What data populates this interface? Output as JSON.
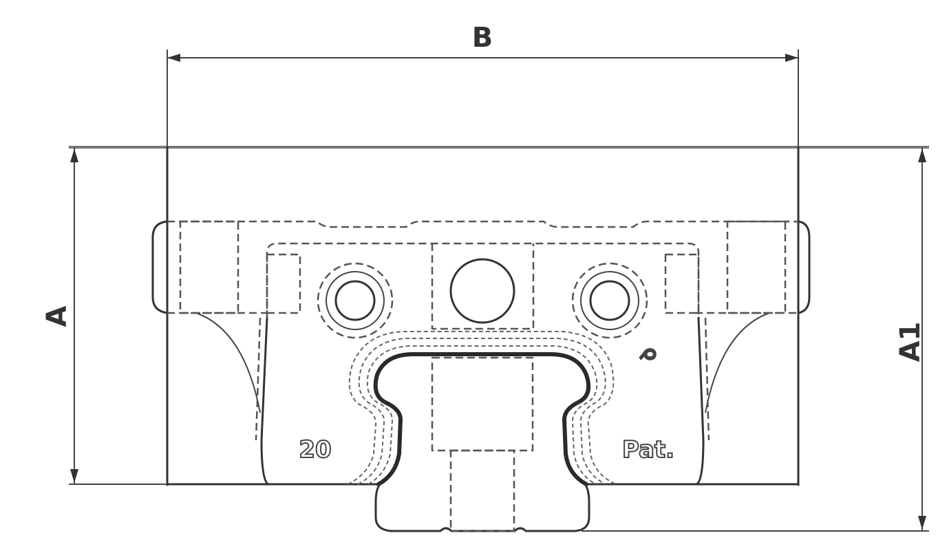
{
  "dimensions": {
    "width_label": "B",
    "height_label": "A",
    "total_height_label": "A1"
  },
  "markings": {
    "size": "20",
    "patent": "Pat.",
    "letter": "ꝺ"
  },
  "colors": {
    "line": "#333333",
    "hidden_line": "#555555",
    "background": "#ffffff"
  }
}
